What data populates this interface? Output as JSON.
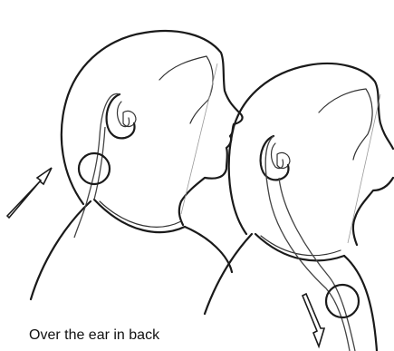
{
  "caption": "Over the ear in back",
  "figures": [
    {
      "name": "head-earphone-looped-over-ear",
      "arrow_direction": "up-right"
    },
    {
      "name": "head-earphone-cable-down-back",
      "arrow_direction": "down"
    }
  ],
  "colors": {
    "line": "#1a1a1a",
    "background": "#ffffff"
  }
}
